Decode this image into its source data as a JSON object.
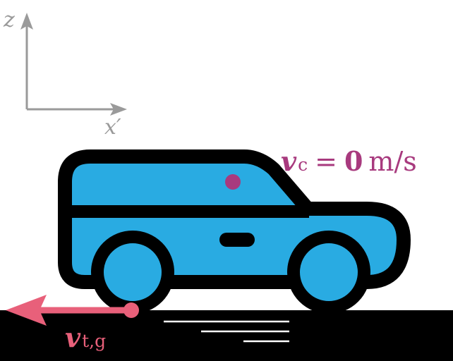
{
  "axes": {
    "z_label": "z",
    "x_label": "x′",
    "color": "#9a9a9a"
  },
  "car_velocity": {
    "symbol": "v",
    "subscript": "c",
    "equals": "=",
    "value": "0",
    "unit": "m/s",
    "color": "#a83a7e"
  },
  "tire_velocity": {
    "symbol": "v",
    "subscript": "t,g",
    "color": "#e8607a"
  },
  "colors": {
    "car_body": "#29abe2",
    "outline": "#000000",
    "ground": "#000000",
    "center_dot": "#a83a7e",
    "arrow": "#e8607a",
    "speed_lines": "#ffffff"
  }
}
